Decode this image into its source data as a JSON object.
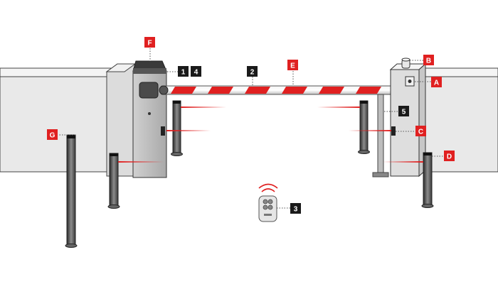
{
  "colors": {
    "accent": "#e02020",
    "dark": "#1a1a1a",
    "wall": "#e8e8e8",
    "stroke": "#333333"
  },
  "labels": {
    "F": "F",
    "B": "B",
    "A": "A",
    "E": "E",
    "C": "C",
    "D": "D",
    "G": "G",
    "n1": "1",
    "n2": "2",
    "n3": "3",
    "n4": "4",
    "n5": "5"
  }
}
